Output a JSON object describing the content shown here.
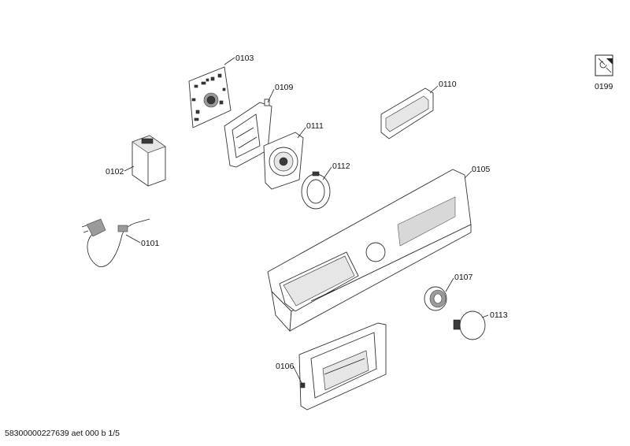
{
  "labels": {
    "p0101": "0101",
    "p0102": "0102",
    "p0103": "0103",
    "p0105": "0105",
    "p0106": "0106",
    "p0107": "0107",
    "p0109": "0109",
    "p0110": "0110",
    "p0111": "0111",
    "p0112": "0112",
    "p0113": "0113",
    "p0199": "0199"
  },
  "footer": "58300000227639 aet 000 b 1/5"
}
